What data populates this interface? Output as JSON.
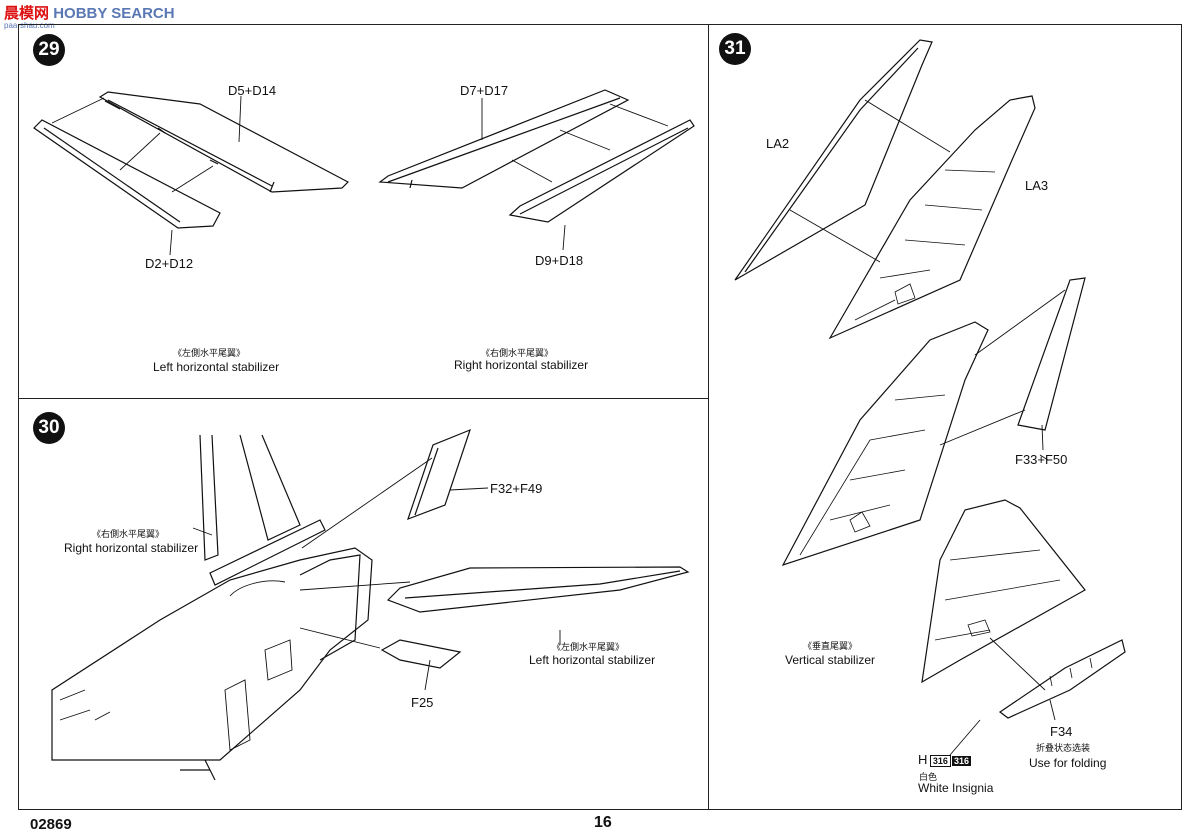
{
  "watermark": {
    "logo": "晨模网",
    "brand": "HOBBY SEARCH",
    "site": "paa-shau.com"
  },
  "steps": {
    "s29": {
      "number": "29",
      "labels": {
        "d5_d14": "D5+D14",
        "d7_d17": "D7+D17",
        "d2_d12": "D2+D12",
        "d9_d18": "D9+D18"
      },
      "left_cn": "《左側水平尾翼》",
      "left_en": "Left horizontal stabilizer",
      "right_cn": "《右側水平尾翼》",
      "right_en": "Right horizontal stabilizer"
    },
    "s30": {
      "number": "30",
      "labels": {
        "f32_f49": "F32+F49",
        "f25": "F25"
      },
      "right_cn": "《右側水平尾翼》",
      "right_en": "Right horizontal stabilizer",
      "left_cn": "《左側水平尾翼》",
      "left_en": "Left horizontal stabilizer"
    },
    "s31": {
      "number": "31",
      "labels": {
        "la2": "LA2",
        "la3": "LA3",
        "f33_f50": "F33+F50",
        "f34": "F34"
      },
      "vert_cn": "《垂直尾翼》",
      "vert_en": "Vertical  stabilizer",
      "fold_cn": "折叠状态选装",
      "fold_en": "Use for folding",
      "insignia": {
        "letter": "H",
        "code_a": "316",
        "code_b": "316",
        "cn": "白色",
        "en": "White Insignia"
      }
    }
  },
  "footer": {
    "code": "02869",
    "page": "16"
  }
}
